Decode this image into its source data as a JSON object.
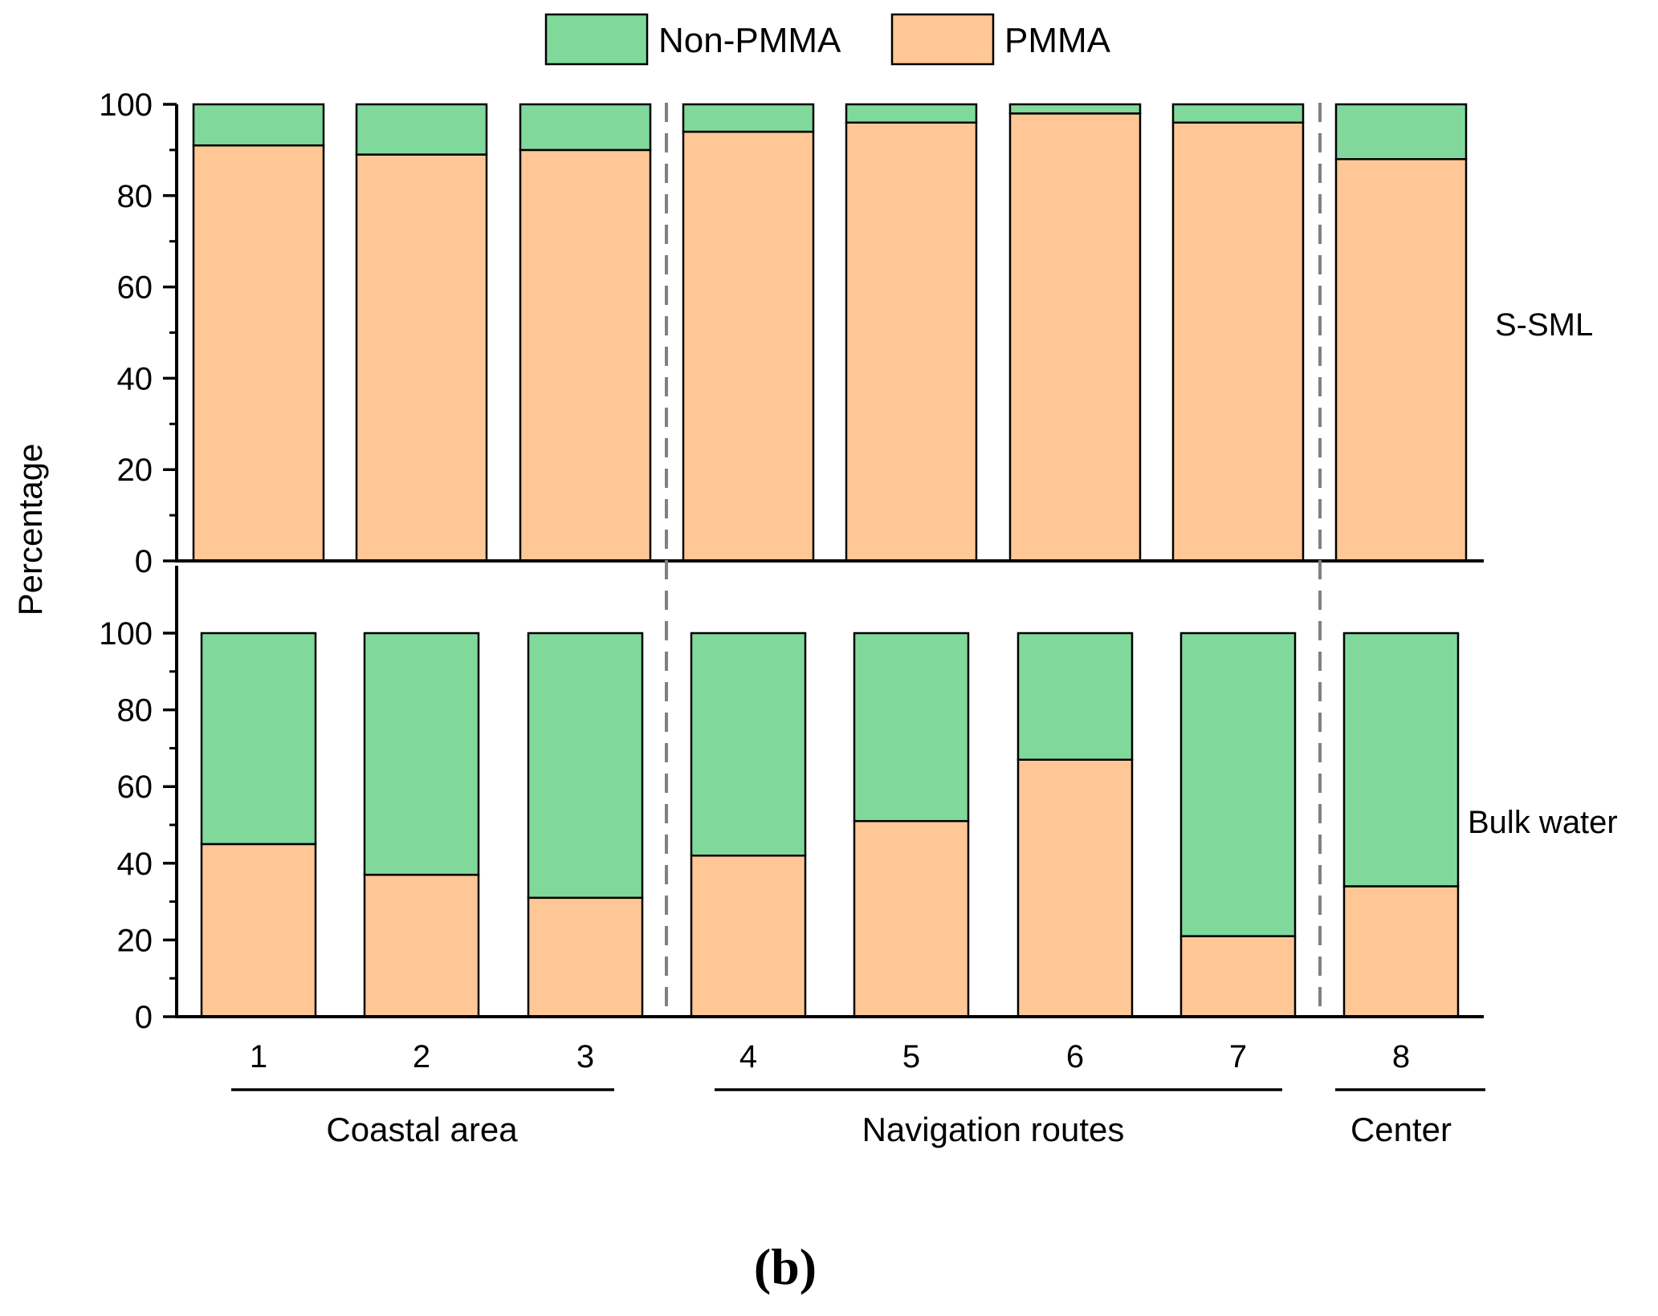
{
  "chart_data": {
    "type": "bar",
    "stacked": true,
    "categories": [
      "1",
      "2",
      "3",
      "4",
      "5",
      "6",
      "7",
      "8"
    ],
    "legend": {
      "placement": "top-center",
      "entries": [
        "Non-PMMA",
        "PMMA"
      ]
    },
    "colors": {
      "Non-PMMA": "#80d99b",
      "PMMA": "#fec795",
      "divider": "#808080"
    },
    "ylabel": "Percentage",
    "ylim": [
      0,
      100
    ],
    "yticks": [
      0,
      20,
      40,
      60,
      80,
      100
    ],
    "grid": false,
    "panels": [
      {
        "label": "S-SML",
        "series": [
          {
            "name": "PMMA",
            "values": [
              91,
              89,
              90,
              94,
              96,
              98,
              96,
              88
            ]
          },
          {
            "name": "Non-PMMA",
            "values": [
              9,
              11,
              10,
              6,
              4,
              2,
              4,
              12
            ]
          }
        ]
      },
      {
        "label": "Bulk water",
        "series": [
          {
            "name": "PMMA",
            "values": [
              45,
              37,
              31,
              42,
              51,
              67,
              21,
              34
            ]
          },
          {
            "name": "Non-PMMA",
            "values": [
              55,
              63,
              69,
              58,
              49,
              33,
              79,
              66
            ]
          }
        ]
      }
    ],
    "groups": [
      {
        "label": "Coastal area",
        "categories": [
          "1",
          "2",
          "3"
        ]
      },
      {
        "label": "Navigation routes",
        "categories": [
          "4",
          "5",
          "6",
          "7"
        ]
      },
      {
        "label": "Center",
        "categories": [
          "8"
        ]
      }
    ],
    "figure_label": "(b)"
  }
}
